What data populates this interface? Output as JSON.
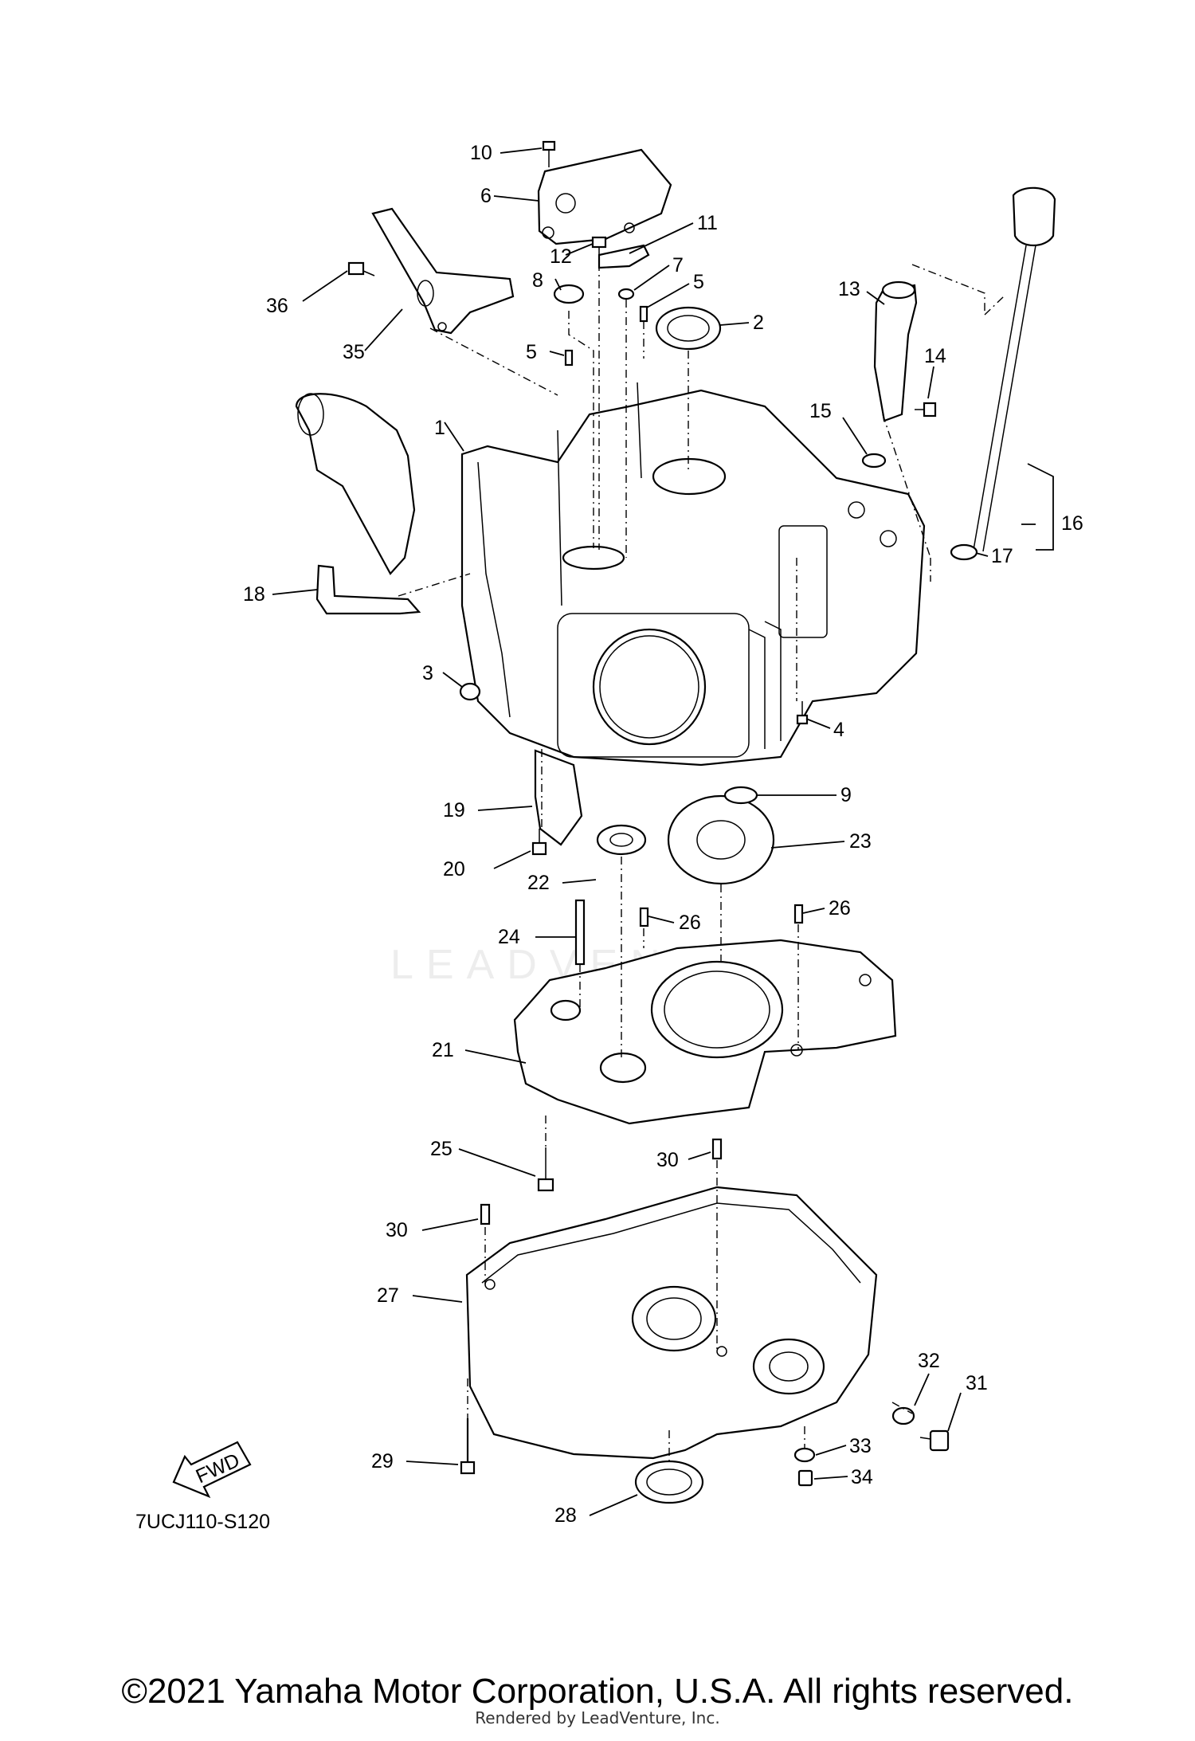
{
  "diagram": {
    "watermark": "LEADVENTURE",
    "diagram_code": "7UCJ110-S120",
    "fwd_label": "FWD",
    "callouts": [
      "1",
      "2",
      "3",
      "4",
      "5",
      "5",
      "6",
      "7",
      "8",
      "9",
      "10",
      "11",
      "12",
      "13",
      "14",
      "15",
      "16",
      "17",
      "18",
      "19",
      "20",
      "21",
      "22",
      "23",
      "24",
      "25",
      "26",
      "26",
      "27",
      "28",
      "29",
      "30",
      "30",
      "31",
      "32",
      "33",
      "34",
      "35",
      "36"
    ]
  },
  "footer": {
    "copyright": "©2021 Yamaha Motor Corporation, U.S.A. All rights reserved.",
    "rendered_by": "Rendered by LeadVenture, Inc."
  }
}
